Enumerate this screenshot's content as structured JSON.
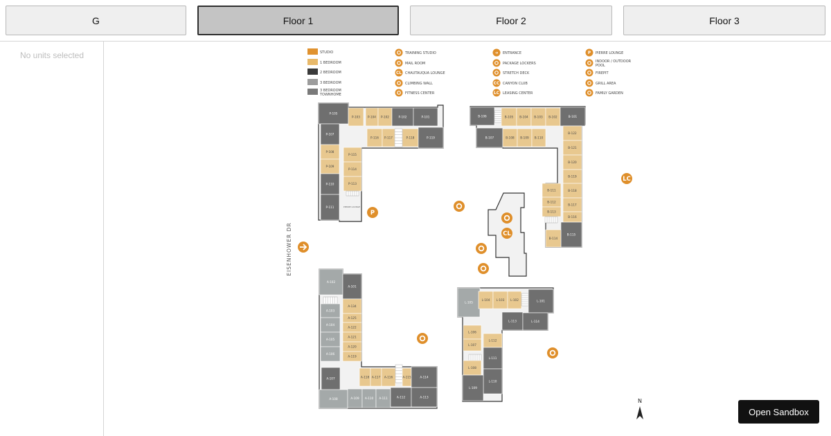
{
  "tabs": [
    {
      "label": "G",
      "active": false
    },
    {
      "label": "Floor 1",
      "active": true
    },
    {
      "label": "Floor 2",
      "active": false
    },
    {
      "label": "Floor 3",
      "active": false
    }
  ],
  "sidebar": {
    "empty_text": "No units selected"
  },
  "legend": {
    "unit_types": [
      {
        "label": "STUDIO",
        "color": "#e0922f"
      },
      {
        "label": "1 BEDROOM",
        "color": "#e8b96a"
      },
      {
        "label": "2 BEDROOM",
        "color": "#3a3a3a"
      },
      {
        "label": "3 BEDROOM",
        "color": "#9c9c9c"
      },
      {
        "label": "3 BEDROOM TOWNHOME",
        "color": "#7a7a7a"
      }
    ],
    "amenities_col2": [
      {
        "icon": "training-studio-icon",
        "label": "TRAINING STUDIO"
      },
      {
        "icon": "mail-room-icon",
        "label": "MAIL ROOM"
      },
      {
        "icon": "chautauqua-lounge-icon",
        "label": "CHAUTAUQUA LOUNGE"
      },
      {
        "icon": "climbing-wall-icon",
        "label": "CLIMBING WALL"
      },
      {
        "icon": "fitness-center-icon",
        "label": "FITNESS CENTER"
      }
    ],
    "amenities_col3": [
      {
        "icon": "entrance-icon",
        "label": "ENTRANCE"
      },
      {
        "icon": "package-lockers-icon",
        "label": "PACKAGE LOCKERS"
      },
      {
        "icon": "stretch-deck-icon",
        "label": "STRETCH DECK"
      },
      {
        "icon": "canyon-club-icon",
        "label": "CANYON CLUB"
      },
      {
        "icon": "leasing-center-icon",
        "label": "LEASING CENTER"
      }
    ],
    "amenities_col4": [
      {
        "icon": "pierre-lounge-icon",
        "label": "PIERRE LOUNGE"
      },
      {
        "icon": "pool-icon",
        "label": "INDOOR / OUTDOOR POOL"
      },
      {
        "icon": "firepit-icon",
        "label": "FIREPIT"
      },
      {
        "icon": "grill-area-icon",
        "label": "GRILL AREA"
      },
      {
        "icon": "family-garden-icon",
        "label": "FAMILY GARDEN"
      }
    ]
  },
  "map": {
    "street_label": "EISENHOWER DR",
    "north_label": "N",
    "pierre_lounge_label": "PIERRE LOUNGE",
    "badges": {
      "pierre": "P",
      "chautauqua": "CL",
      "leasing": "LC"
    },
    "units": {
      "P-105": "P-105",
      "P-103": "P-103",
      "P-104": "P-104",
      "P-102": "P-102",
      "P-101": "P-101",
      "P-107": "P-107",
      "P-116": "P-116",
      "P-117": "P-117",
      "P-118": "P-118",
      "P-119": "P-119",
      "P-108": "P-108",
      "P-109": "P-109",
      "P-115": "P-115",
      "P-114": "P-114",
      "P-110": "P-110",
      "P-113": "P-113",
      "P-111": "P-111",
      "B-106": "B-106",
      "B-105": "B-105",
      "B-104": "B-104",
      "B-103": "B-103",
      "B-102": "B-102",
      "B-101": "B-101",
      "B-107": "B-107",
      "B-108": "B-108",
      "B-109": "B-109",
      "B-110": "B-110",
      "B-122": "B-122",
      "B-121": "B-121",
      "B-120": "B-120",
      "B-119": "B-119",
      "B-118": "B-118",
      "B-111": "B-111",
      "B-117": "B-117",
      "B-112": "B-112",
      "B-113": "B-113",
      "B-116": "B-116",
      "B-114": "B-114",
      "B-115": "B-115",
      "A-102": "A-102",
      "A-101": "A-101",
      "A-103": "A-103",
      "A-134": "A-134",
      "A-104": "A-104",
      "A-125": "A-125",
      "A-122": "A-122",
      "A-105": "A-105",
      "A-121": "A-121",
      "A-106": "A-106",
      "A-120": "A-120",
      "A-119": "A-119",
      "A-107": "A-107",
      "A-118": "A-118",
      "A-117": "A-117",
      "A-116": "A-116",
      "A-115": "A-115",
      "A-114": "A-114",
      "A-108": "A-108",
      "A-109": "A-109",
      "A-110": "A-110",
      "A-111": "A-111",
      "A-112": "A-112",
      "A-113": "A-113",
      "L-105": "L-105",
      "L-104": "L-104",
      "L-103": "L-103",
      "L-102": "L-102",
      "L-101": "L-101",
      "L-113": "L-113",
      "L-114": "L-114",
      "L-106": "L-106",
      "L-107": "L-107",
      "L-112": "L-112",
      "L-111": "L-111",
      "L-108": "L-108",
      "L-110": "L-110",
      "L-109": "L-109"
    }
  },
  "sandbox": {
    "label": "Open Sandbox"
  },
  "colors": {
    "studio": "#e0922f",
    "one_bed": "#e8c88f",
    "two_bed": "#6f6f6f",
    "three_bed": "#a4a9a9",
    "icon": "#df8f2b",
    "corridor": "#f2f2f2",
    "outline": "#333333"
  }
}
